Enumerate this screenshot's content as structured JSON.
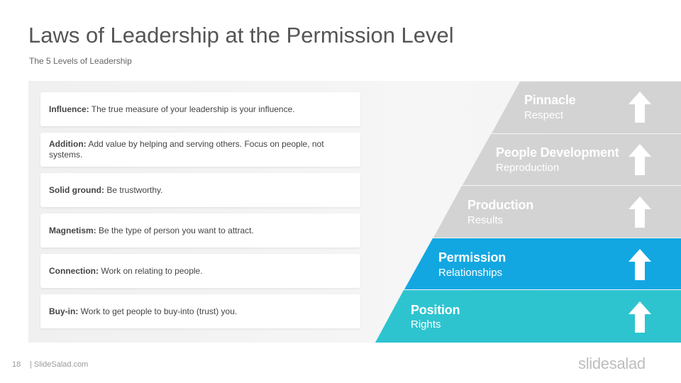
{
  "slide": {
    "title": "Laws of Leadership at the Permission Level",
    "subtitle": "The 5 Levels of Leadership"
  },
  "laws": [
    {
      "name": "Influence:",
      "desc": "The true measure of your leadership is your influence."
    },
    {
      "name": "Addition:",
      "desc": "Add value by helping and serving others. Focus on people, not systems."
    },
    {
      "name": "Solid ground:",
      "desc": "Be trustworthy."
    },
    {
      "name": "Magnetism:",
      "desc": "Be the type of person you want to attract."
    },
    {
      "name": "Connection:",
      "desc": "Work on relating to people."
    },
    {
      "name": "Buy-in:",
      "desc": "Work to get people to buy-into (trust) you."
    }
  ],
  "levels": [
    {
      "title": "Pinnacle",
      "sub": "Respect",
      "color": "#d3d3d3"
    },
    {
      "title": "People Development",
      "sub": "Reproduction",
      "color": "#d3d3d3"
    },
    {
      "title": "Production",
      "sub": "Results",
      "color": "#d3d3d3"
    },
    {
      "title": "Permission",
      "sub": "Relationships",
      "color": "#13a7e2"
    },
    {
      "title": "Position",
      "sub": "Rights",
      "color": "#2dc4d0"
    }
  ],
  "footer": {
    "page_number": "18",
    "site": "| SlideSalad.com",
    "brand": "slidesalad"
  }
}
